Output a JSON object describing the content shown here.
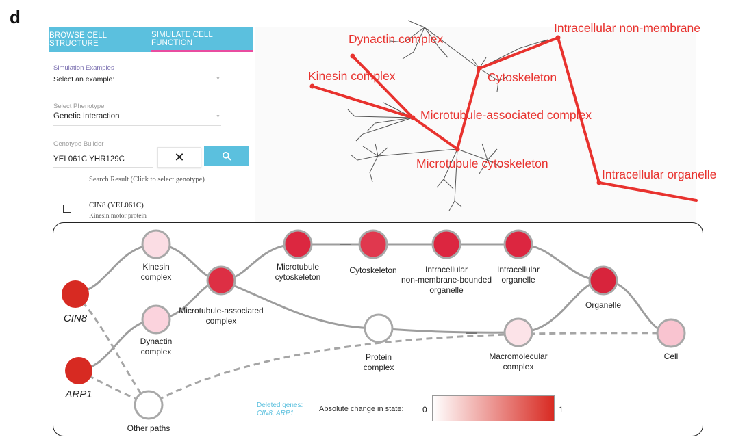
{
  "panel_letter": "d",
  "ui": {
    "tabs": [
      {
        "label": "BROWSE CELL STRUCTURE",
        "active": false
      },
      {
        "label": "SIMULATE CELL FUNCTION",
        "active": true
      }
    ],
    "sim_examples": {
      "label": "Simulation Examples",
      "value": "Select an example:"
    },
    "phenotype": {
      "label": "Select Phenotype",
      "value": "Genetic Interaction"
    },
    "genotype": {
      "label": "Genotype Builder",
      "value": "YEL061C YHR129C"
    },
    "clear_symbol": "✕",
    "search_icon": "search-icon",
    "result_title": "Search Result (Click to select genotype)",
    "results": [
      {
        "name": "CIN8 (YEL061C)",
        "description": "Kinesin motor protein"
      }
    ],
    "colors": {
      "tab_bg": "#5bc0de",
      "tab_active_underline": "#e94ca0"
    }
  },
  "network": {
    "highlight_color": "#e8322e",
    "labels": {
      "dynactin": "Dynactin complex",
      "kinesin": "Kinesin complex",
      "cytoskeleton": "Cytoskeleton",
      "intracellular_nonmembrane": "Intracellular non-membrane",
      "microtubule_assoc": "Microtubule-associated complex",
      "microtubule_cyto": "Microtubule cytoskeleton",
      "intracellular_organelle": "Intracellular organelle"
    }
  },
  "diagram": {
    "nodes": [
      {
        "id": "cin8",
        "color": "#d72a22",
        "label": [
          "CIN8"
        ],
        "gene": true,
        "state": 1.0
      },
      {
        "id": "arp1",
        "color": "#d72a22",
        "label": [
          "ARP1"
        ],
        "gene": true,
        "state": 1.0
      },
      {
        "id": "other",
        "color": "#ffffff",
        "label": [
          "Other paths"
        ],
        "gene": false,
        "state": 0.0
      },
      {
        "id": "kinesin",
        "color": "#fbdde4",
        "label": [
          "Kinesin",
          "complex"
        ],
        "gene": false,
        "state": 0.15
      },
      {
        "id": "dynactin",
        "color": "#fbd3dd",
        "label": [
          "Dynactin",
          "complex"
        ],
        "gene": false,
        "state": 0.2
      },
      {
        "id": "mtassoc",
        "color": "#dd2f44",
        "label": [
          "Microtubule-associated",
          "complex"
        ],
        "gene": false,
        "state": 0.85
      },
      {
        "id": "mtcyto",
        "color": "#dc2740",
        "label": [
          "Microtubule",
          "cytoskeleton"
        ],
        "gene": false,
        "state": 0.9
      },
      {
        "id": "cyto",
        "color": "#e0384e",
        "label": [
          "Cytoskeleton"
        ],
        "gene": false,
        "state": 0.8
      },
      {
        "id": "nonmem",
        "color": "#dc2640",
        "label": [
          "Intracellular",
          "non-membrane-bounded",
          "organelle"
        ],
        "gene": false,
        "state": 0.9
      },
      {
        "id": "intraorg",
        "color": "#dc2640",
        "label": [
          "Intracellular",
          "organelle"
        ],
        "gene": false,
        "state": 0.9
      },
      {
        "id": "organelle",
        "color": "#d8243c",
        "label": [
          "Organelle"
        ],
        "gene": false,
        "state": 0.9
      },
      {
        "id": "protein",
        "color": "#ffffff",
        "label": [
          "Protein",
          "complex"
        ],
        "gene": false,
        "state": 0.0
      },
      {
        "id": "macro",
        "color": "#fce3e8",
        "label": [
          "Macromolecular",
          "complex"
        ],
        "gene": false,
        "state": 0.1
      },
      {
        "id": "cell",
        "color": "#f9c4d0",
        "label": [
          "Cell"
        ],
        "gene": false,
        "state": 0.25
      }
    ],
    "legend": {
      "deleted_title": "Deleted genes:",
      "deleted_genes": "CIN8, ARP1",
      "change_label": "Absolute change in state:",
      "min": "0",
      "max": "1",
      "gradient_start": "#ffffff",
      "gradient_end": "#d82a22"
    }
  }
}
